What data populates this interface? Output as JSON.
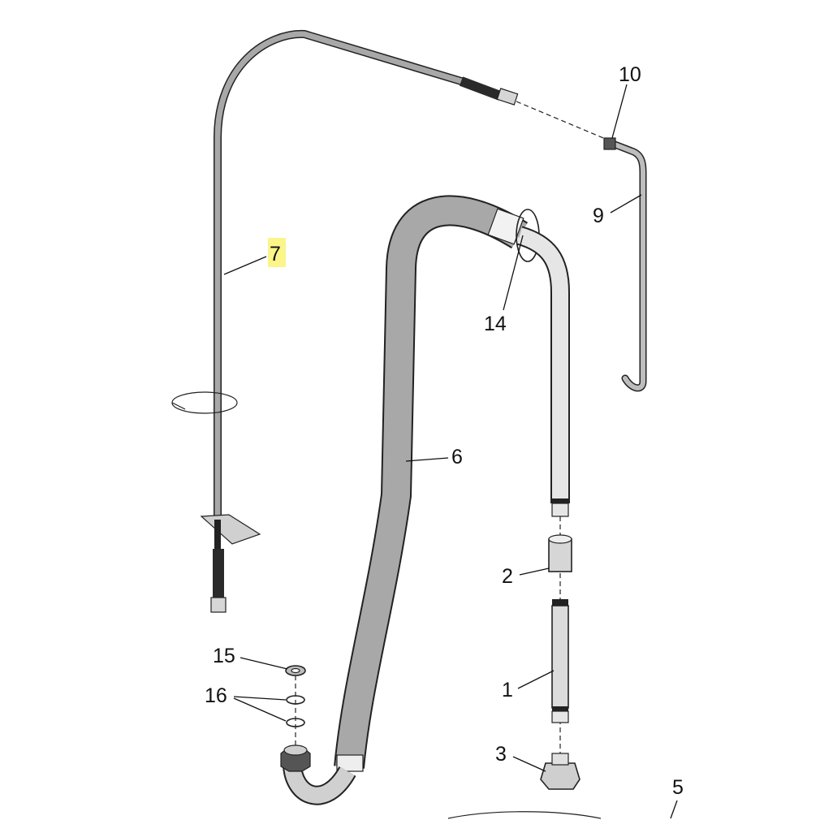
{
  "callouts": {
    "c1": "1",
    "c2": "2",
    "c3": "3",
    "c5": "5",
    "c6": "6",
    "c7": "7",
    "c9": "9",
    "c10": "10",
    "c14": "14",
    "c15": "15",
    "c16": "16"
  },
  "highlight": {
    "callout": "7",
    "color": "#fbf58a"
  },
  "colors": {
    "hose": "#a8a8a8",
    "hose_outline": "#222222",
    "fitting": "#d6d6d6",
    "braid": "#2a2a2a"
  }
}
